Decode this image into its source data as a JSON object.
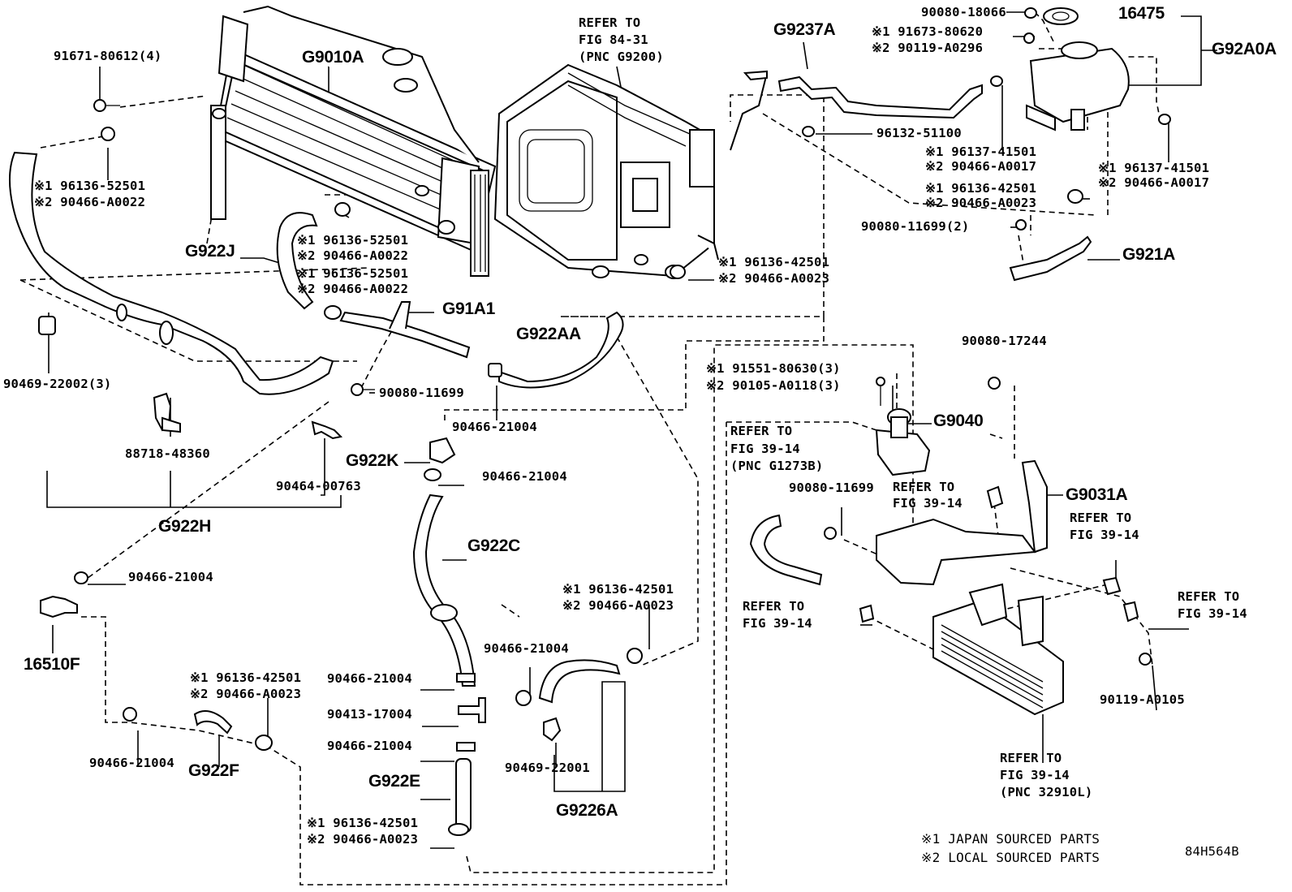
{
  "labels": {
    "p91671": "91671-80612(4)",
    "g9010a": "G9010A",
    "ref8431_1": "REFER TO",
    "ref8431_2": "FIG 84-31",
    "ref8431_3": "(PNC G9200)",
    "g9237a": "G9237A",
    "p90080_18066": "90080-18066",
    "p16475": "16475",
    "p91673": "※1 91673-80620",
    "p90119_a0296": "※2 90119-A0296",
    "g92a0a": "G92A0A",
    "p96132": "96132-51100",
    "p96137_a1": "※1 96137-41501",
    "p90466_a0017_a": "※2 90466-A0017",
    "p96137_b1": "※1 96137-41501",
    "p90466_a0017_b": "※2 90466-A0017",
    "p96136_a": "※1 96136-52501",
    "p90466_a0022_a": "※2 90466-A0022",
    "p96136_42501_tr": "※1 96136-42501",
    "p90466_a0023_tr": "※2 90466-A0023",
    "p90080_11699_2": "90080-11699(2)",
    "g922j": "G922J",
    "p96136_b": "※1 96136-52501",
    "p90466_a0022_b": "※2 90466-A0022",
    "p96136_c": "※1 96136-52501",
    "p90466_a0022_c": "※2 90466-A0022",
    "g921a": "G921A",
    "p96136_42501_mid": "※1 96136-42501",
    "p90466_a0023_mid": "※2 90466-A0023",
    "g91a1": "G91A1",
    "p90469_3": "90469-22002(3)",
    "g922aa": "G922AA",
    "p90080_11699_mid": "90080-11699",
    "p90080_17244": "90080-17244",
    "p91551": "※1 91551-80630(3)",
    "p90105": "※2 90105-A0118(3)",
    "p90466_21004_a": "90466-21004",
    "g9040": "G9040",
    "ref3914_a1": "REFER TO",
    "ref3914_a2": "FIG 39-14",
    "ref3914_a3": "(PNC G1273B)",
    "p88718": "88718-48360",
    "g922k": "G922K",
    "p90466_21004_b": "90466-21004",
    "p90080_11699_r": "90080-11699",
    "ref3914_b1": "REFER TO",
    "ref3914_b2": "FIG 39-14",
    "g9031a": "G9031A",
    "p90464": "90464-00763",
    "g922h": "G922H",
    "ref3914_c1": "REFER TO",
    "ref3914_c2": "FIG 39-14",
    "g922c": "G922C",
    "p90466_21004_c": "90466-21004",
    "p96136_42501_c": "※1 96136-42501",
    "p90466_a0023_c": "※2 90466-A0023",
    "ref3914_d1": "REFER TO",
    "ref3914_d2": "FIG 39-14",
    "ref3914_e1": "REFER TO",
    "ref3914_e2": "FIG 39-14",
    "g16510f": "16510F",
    "p90466_21004_d": "90466-21004",
    "p90466_21004_e": "90466-21004",
    "p96136_42501_f": "※1 96136-42501",
    "p90466_a0023_f": "※2 90466-A0023",
    "p90413": "90413-17004",
    "p90119_a0105": "90119-A0105",
    "p90466_21004_f": "90466-21004",
    "p90466_21004_g": "90466-21004",
    "g922f": "G922F",
    "p90469_22001": "90469-22001",
    "ref3914_f1": "REFER TO",
    "ref3914_f2": "FIG 39-14",
    "ref3914_f3": "(PNC 32910L)",
    "g922e": "G922E",
    "g9226a": "G9226A",
    "p96136_42501_g": "※1 96136-42501",
    "p90466_a0023_g": "※2 90466-A0023",
    "note1": "※1 JAPAN SOURCED PARTS",
    "note2": "※2 LOCAL SOURCED PARTS",
    "figcode": "84H564B"
  }
}
